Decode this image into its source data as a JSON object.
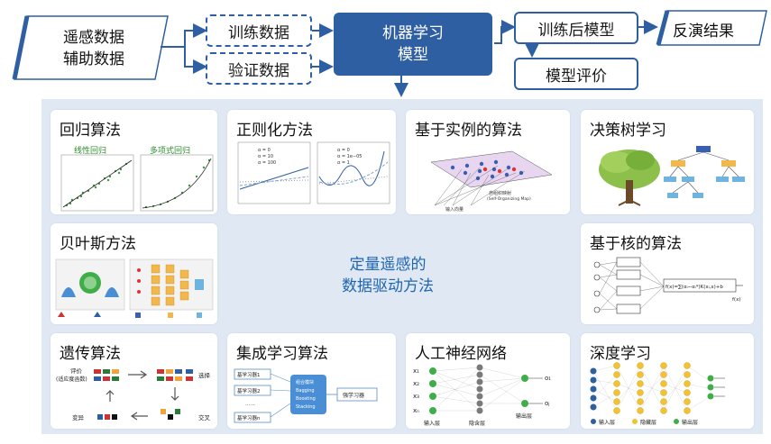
{
  "flow": {
    "input_label_1": "遥感数据",
    "input_label_2": "辅助数据",
    "train_data": "训练数据",
    "valid_data": "验证数据",
    "ml_model_line1": "机器学习",
    "ml_model_line2": "模型",
    "trained_model": "训练后模型",
    "model_eval": "模型评价",
    "result": "反演结果"
  },
  "center": {
    "line1": "定量遥感的",
    "line2": "数据驱动方法"
  },
  "cards": {
    "regression": {
      "title": "回归算法",
      "sub1": "线性回归",
      "sub2": "多项式回归"
    },
    "regularization": {
      "title": "正则化方法",
      "legend_a": [
        "α = 0",
        "α = 10",
        "α = 100"
      ],
      "legend_b": [
        "α = 0",
        "α = 1e−05",
        "α = 1"
      ]
    },
    "instance": {
      "title": "基于实例的算法",
      "label_a": "自组织映射",
      "label_b": "(Self-Organizing Map)",
      "label_c": "输入向量"
    },
    "decision_tree": {
      "title": "决策树学习"
    },
    "bayes": {
      "title": "贝叶斯方法"
    },
    "kernel": {
      "title": "基于核的算法",
      "formula": "f(x)=∑(αᵢ−αᵢ*)K(xᵢ,x)+b",
      "output": "f(x)"
    },
    "genetic": {
      "title": "遗传算法",
      "eval": "评价",
      "fitness": "(适应度函数)",
      "select": "选择",
      "mutate": "变异",
      "cross": "交叉"
    },
    "ensemble": {
      "title": "集成学习算法",
      "learners": [
        "基学习器1",
        "基学习器2",
        "……",
        "基学习器n"
      ],
      "combine": [
        "组合模块",
        "Bagging",
        "Boosting",
        "Stacking"
      ],
      "strong": "强学习器"
    },
    "ann": {
      "title": "人工神经网络",
      "inputs": [
        "x₁",
        "x₂",
        "x₃",
        "xₙ"
      ],
      "outputs": [
        "o₁",
        "oⱼ"
      ],
      "in_layer": "输入层",
      "hidden_layer": "隐含层",
      "out_layer": "输出层"
    },
    "deep": {
      "title": "深度学习",
      "legend": [
        "输入层",
        "隐藏层",
        "输出层"
      ]
    }
  },
  "colors": {
    "accent": "#2e5fa3",
    "center_text": "#1f66b0",
    "panel_bg": "#dfe8f3"
  }
}
